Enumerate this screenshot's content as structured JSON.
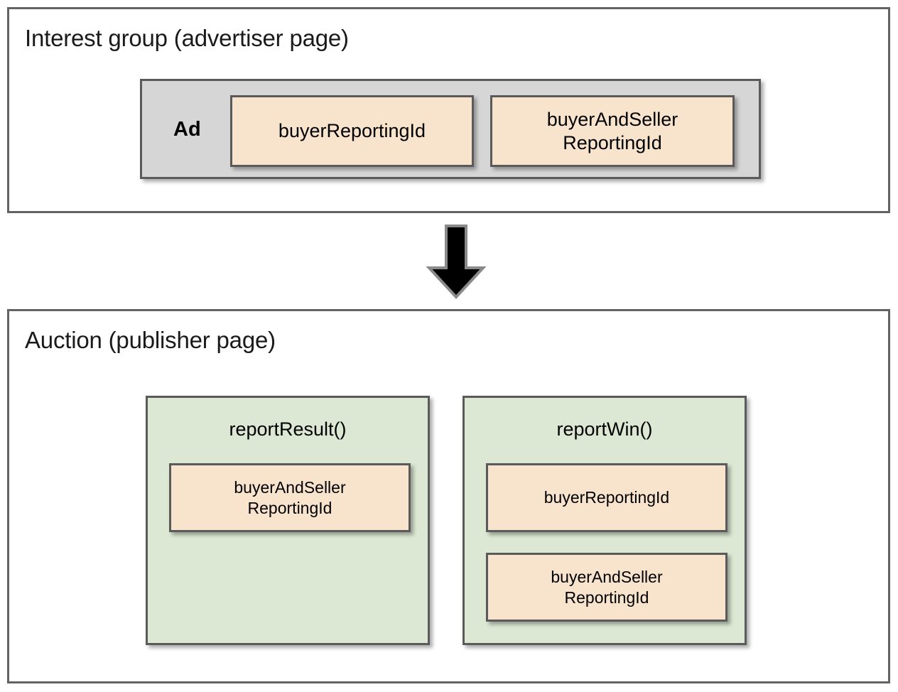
{
  "diagram": {
    "title_semantics": "protected-audience-reporting-ids-flow",
    "colors": {
      "frame_border": "#636363",
      "node_border": "#5a5a5a",
      "gray_fill": "#d6d6d6",
      "peach_fill": "#f8e3cd",
      "green_fill": "#dce8d3",
      "arrow_fill": "#000000",
      "arrow_outline": "#808080",
      "background": "#ffffff"
    }
  },
  "interest_group": {
    "title": "Interest group (advertiser page)",
    "ad": {
      "label": "Ad",
      "fields": [
        {
          "label": "buyerReportingId"
        },
        {
          "label": "buyerAndSeller\nReportingId"
        }
      ]
    }
  },
  "flow": {
    "arrow_icon": "arrow-down-icon",
    "direction": "down"
  },
  "auction": {
    "title": "Auction (publisher page)",
    "functions": [
      {
        "name": "reportResult()",
        "params": [
          {
            "label": "buyerAndSeller\nReportingId"
          }
        ]
      },
      {
        "name": "reportWin()",
        "params": [
          {
            "label": "buyerReportingId"
          },
          {
            "label": "buyerAndSeller\nReportingId"
          }
        ]
      }
    ]
  }
}
